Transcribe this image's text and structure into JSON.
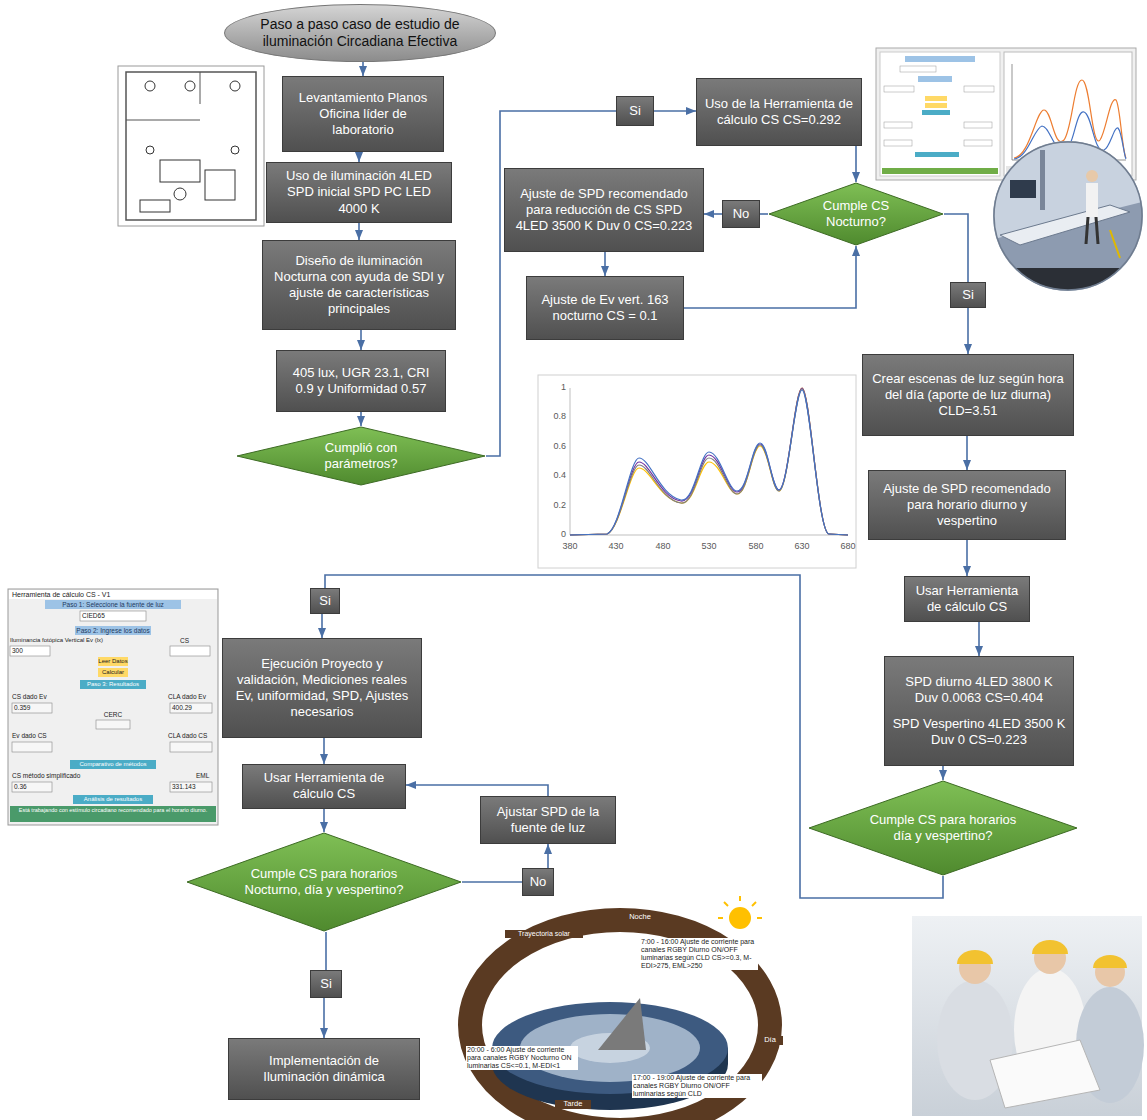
{
  "diagram": {
    "nodes": [
      {
        "text": [
          "Paso a paso caso de estudio de iluminación Circadiana Efectiva"
        ]
      },
      {
        "text": [
          "Levantamiento Planos Oficina líder de laboratorio"
        ]
      },
      {
        "text": [
          "Uso de iluminación 4LED SPD inicial SPD PC LED 4000 K"
        ]
      },
      {
        "text": [
          "Diseño de iluminación Nocturna con ayuda de SDI y ajuste de características principales"
        ]
      },
      {
        "text": [
          "405 lux, UGR 23.1, CRI 0.9 y Uniformidad 0.57"
        ]
      },
      {
        "text": [
          "Cumplió con parámetros?"
        ]
      },
      {
        "text": [
          "Si"
        ]
      },
      {
        "text": [
          "Uso de la Herramienta de cálculo CS CS=0.292"
        ]
      },
      {
        "text": [
          "Cumple CS Nocturno?"
        ]
      },
      {
        "text": [
          "No"
        ]
      },
      {
        "text": [
          "Ajuste de SPD recomendado para reducción de CS SPD 4LED 3500 K Duv 0 CS=0.223"
        ]
      },
      {
        "text": [
          "Ajuste de Ev vert. 163 nocturno CS = 0.1"
        ]
      },
      {
        "text": [
          "Si"
        ]
      },
      {
        "text": [
          "Crear escenas de luz según hora del día (aporte de luz diurna) CLD=3.51"
        ]
      },
      {
        "text": [
          "Ajuste de SPD recomendado para horario diurno y vespertino"
        ]
      },
      {
        "text": [
          "Usar Herramienta de cálculo CS"
        ]
      },
      {
        "text": [
          "SPD diurno 4LED 3800 K Duv 0.0063 CS=0.404",
          "SPD Vespertino 4LED 3500 K Duv 0 CS=0.223"
        ]
      },
      {
        "text": [
          "Cumple CS para horarios día y vespertino?"
        ]
      },
      {
        "text": [
          "Si"
        ]
      },
      {
        "text": [
          "Ejecución Proyecto y validación, Mediciones reales Ev, uniformidad, SPD, Ajustes necesarios"
        ]
      },
      {
        "text": [
          "Usar Herramienta de cálculo CS"
        ]
      },
      {
        "text": [
          "Ajustar SPD de la fuente de luz"
        ]
      },
      {
        "text": [
          "Cumple CS para horarios Nocturno, día y vespertino?"
        ]
      },
      {
        "text": [
          "No"
        ]
      },
      {
        "text": [
          "Si"
        ]
      },
      {
        "text": [
          "Implementación de Iluminación dinámica"
        ]
      }
    ],
    "edges": [
      {
        "from": 0,
        "to": 1,
        "arrow": "to"
      },
      {
        "from": 1,
        "to": 2,
        "arrow": "to"
      },
      {
        "from": 2,
        "to": 3,
        "arrow": "to"
      },
      {
        "from": 3,
        "to": 4,
        "arrow": "to"
      },
      {
        "from": 4,
        "to": 5,
        "arrow": "to"
      },
      {
        "from": 5,
        "to": 6,
        "arrow": "none"
      },
      {
        "from": 6,
        "to": 7,
        "arrow": "to"
      },
      {
        "from": 7,
        "to": 8,
        "arrow": "to"
      },
      {
        "from": 8,
        "to": 9,
        "arrow": "none"
      },
      {
        "from": 9,
        "to": 10,
        "arrow": "to"
      },
      {
        "from": 10,
        "to": 11,
        "arrow": "to"
      },
      {
        "from": 11,
        "to": 8,
        "arrow": "to"
      },
      {
        "from": 8,
        "to": 12,
        "arrow": "none"
      },
      {
        "from": 12,
        "to": 13,
        "arrow": "to"
      },
      {
        "from": 13,
        "to": 14,
        "arrow": "to"
      },
      {
        "from": 14,
        "to": 15,
        "arrow": "to"
      },
      {
        "from": 15,
        "to": 16,
        "arrow": "to"
      },
      {
        "from": 16,
        "to": 17,
        "arrow": "to"
      },
      {
        "from": 17,
        "to": 18,
        "arrow": "none"
      },
      {
        "from": 18,
        "to": 19,
        "arrow": "to"
      },
      {
        "from": 19,
        "to": 20,
        "arrow": "to"
      },
      {
        "from": 20,
        "to": 22,
        "arrow": "to"
      },
      {
        "from": 22,
        "to": 23,
        "arrow": "none"
      },
      {
        "from": 23,
        "to": 21,
        "arrow": "to"
      },
      {
        "from": 21,
        "to": 20,
        "arrow": "to"
      },
      {
        "from": 22,
        "to": 24,
        "arrow": "none"
      },
      {
        "from": 24,
        "to": 25,
        "arrow": "to"
      }
    ],
    "labels": [
      "1",
      "0.8",
      "0.6",
      "0.4",
      "0.2",
      "0",
      "380",
      "430",
      "480",
      "530",
      "580",
      "630",
      "680",
      "Herramienta de cálculo CS - V1",
      "Paso 1: Seleccione la fuente de luz",
      "CIED65",
      "Paso 2: Ingrese los datos",
      "Iluminancia fotópica Vertical Ev (lx)",
      "CS",
      "300",
      "Leer Datos",
      "Calcular",
      "Paso 3: Resultados",
      "CS dado Ev",
      "CLA dado Ev",
      "0.359",
      "CERC",
      "400.29",
      "Ev dado CS",
      "CLA dado CS",
      "Comparativo de métodos",
      "CS método simplificado",
      "EML",
      "0.36",
      "331.143",
      "Análisis de resultados",
      "Está trabajando con estímulo circadiano recomendado para el horario diurno.",
      "Trayectoria solar",
      "Noche",
      "Día",
      "Tarde",
      "7:00 - 16:00 Ajuste de corriente para canales RGBY Diurno ON/OFF luminarias según CLD CS>=0.3, M-EDI>275, EML>250",
      "20:00 - 6:00 Ajuste de corriente para canales RGBY Nocturno ON luminarias CS<=0.1, M-EDI<1",
      "17:00 - 19:00 Ajuste de corriente para canales RGBY Diurno ON/OFF luminarias según CLD"
    ]
  }
}
